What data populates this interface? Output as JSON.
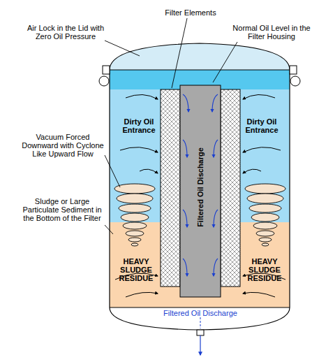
{
  "diagram": {
    "labels": [
      "Air Lock in the Lid with Zero Oil Pressure",
      "Filter Elements",
      "Normal Oil Level in the Filter Housing",
      "Dirty Oil Entrance",
      "Dirty Oil Entrance",
      "Vacuum Forced Downward with Cyclone Like Upward Flow",
      "Filtered Oil Discharge",
      "Sludge or Large Particulate Sediment in the Bottom of the Filter",
      "HEAVY SLUDGE RESIDUE",
      "HEAVY SLUDGE RESIDUE",
      "Filtered Oil Discharge"
    ]
  }
}
